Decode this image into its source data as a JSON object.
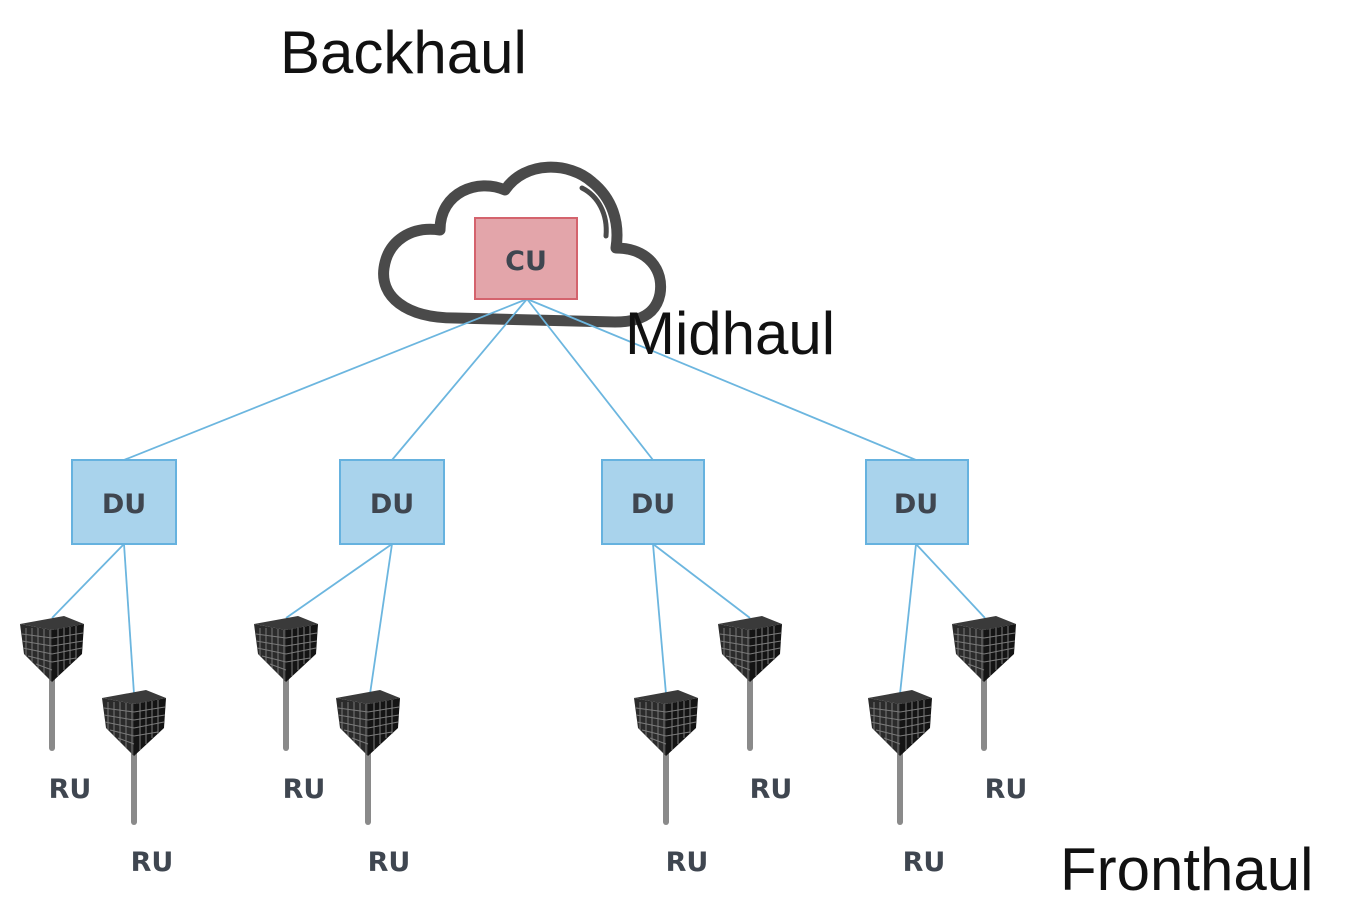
{
  "labels": {
    "backhaul": "Backhaul",
    "midhaul": "Midhaul",
    "fronthaul": "Fronthaul"
  },
  "cu": {
    "label": "CU"
  },
  "du_units": [
    {
      "label": "DU"
    },
    {
      "label": "DU"
    },
    {
      "label": "DU"
    },
    {
      "label": "DU"
    }
  ],
  "ru_units": [
    {
      "label": "RU"
    },
    {
      "label": "RU"
    },
    {
      "label": "RU"
    },
    {
      "label": "RU"
    },
    {
      "label": "RU"
    },
    {
      "label": "RU"
    },
    {
      "label": "RU"
    },
    {
      "label": "RU"
    }
  ],
  "colors": {
    "cu_fill": "#e3a5aa",
    "du_fill": "#a9d3ec",
    "link": "#6cb6df",
    "cloud_outline": "#4a4a4a"
  },
  "icons": {
    "cloud": "cloud-icon",
    "radio_unit": "antenna-icon"
  }
}
